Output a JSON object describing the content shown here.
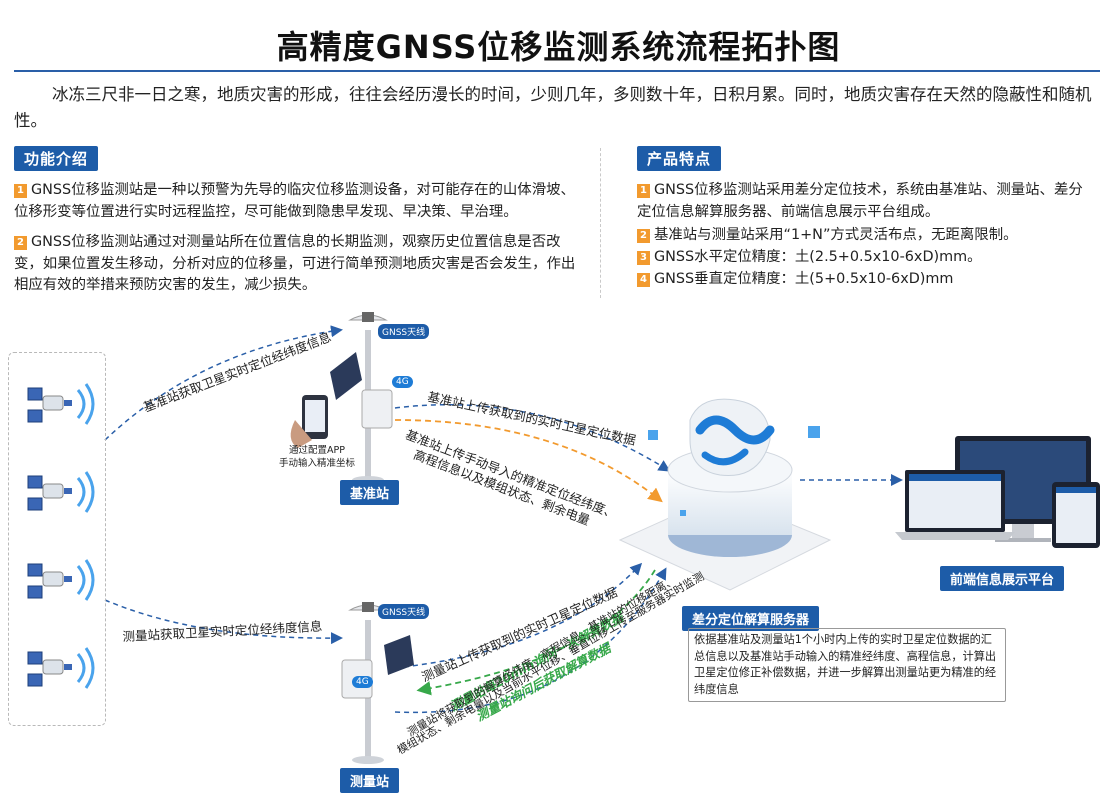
{
  "title": "高精度GNSS位移监测系统流程拓扑图",
  "intro": "冰冻三尺非一日之寒，地质灾害的形成，往往会经历漫长的时间，少则几年，多则数十年，日积月累。同时，地质灾害存在天然的隐蔽性和随机性。",
  "functions": {
    "heading": "功能介绍",
    "items": [
      {
        "num": "1",
        "text": "GNSS位移监测站是一种以预警为先导的临灾位移监测设备，对可能存在的山体滑坡、位移形变等位置进行实时远程监控，尽可能做到隐患早发现、早决策、早治理。"
      },
      {
        "num": "2",
        "text": "GNSS位移监测站通过对测量站所在位置信息的长期监测，观察历史位置信息是否改变，如果位置发生移动，分析对应的位移量，可进行简单预测地质灾害是否会发生，作出相应有效的举措来预防灾害的发生，减少损失。"
      }
    ]
  },
  "features": {
    "heading": "产品特点",
    "items": [
      {
        "num": "1",
        "text": "GNSS位移监测站采用差分定位技术，系统由基准站、测量站、差分定位信息解算服务器、前端信息展示平台组成。"
      },
      {
        "num": "2",
        "text": "基准站与测量站采用“1+N”方式灵活布点，无距离限制。"
      },
      {
        "num": "3",
        "text": "GNSS水平定位精度：土(2.5+0.5x10-6xD)mm。"
      },
      {
        "num": "4",
        "text": "GNSS垂直定位精度：土(5+0.5x10-6xD)mm"
      }
    ]
  },
  "diagram": {
    "base_station": "基准站",
    "measure_station": "测量站",
    "antenna": "GNSS天线",
    "antenna2": "GNSS天线",
    "badge_4g": "4G",
    "badge_4g_2": "4G",
    "phone_note_1": "通过配置APP",
    "phone_note_2": "手动输入精准坐标",
    "sat_to_base": "基准站获取卫星实时定位经纬度信息",
    "sat_to_measure": "测量站获取卫星实时定位经纬度信息",
    "base_upload_1": "基准站上传获取到的实时卫星定位数据",
    "base_upload_2a": "基准站上传手动导入的精准定位经纬度、",
    "base_upload_2b": "高程信息以及模组状态、剩余电量",
    "measure_upload": "测量站上传获取到的实时卫星定位数据",
    "green_1": "测量站每20min询问一次解算数据",
    "green_2": "测量站询问后获取解算数据",
    "measure_send_1": "测量站将获取到的解算经纬度、高程信息、基准站的位移距离、",
    "measure_send_2": "模组状态、剩余电量以及当前水平位移、垂直位移上传至服务器实时监测",
    "server_label": "差分定位解算服务器",
    "server_note": "依据基准站及测量站1个小时内上传的实时卫星定位数据的汇总信息以及基准站手动输入的精准经纬度、高程信息，计算出卫星定位修正补偿数据，并进一步解算出测量站更为精准的经纬度信息",
    "platform_label": "前端信息展示平台"
  },
  "colors": {
    "accent": "#1d5ca8",
    "orange": "#f29a2e",
    "green": "#37a84a",
    "dash_blue": "#2a5fa8"
  }
}
